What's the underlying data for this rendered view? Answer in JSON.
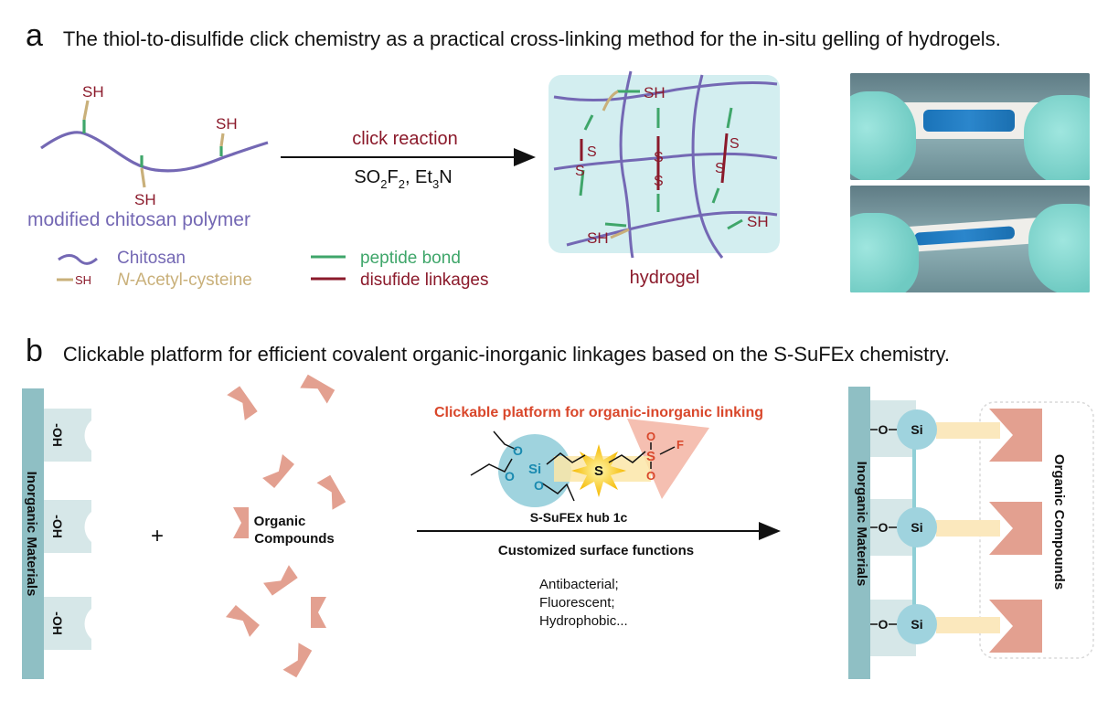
{
  "panel_a": {
    "letter": "a",
    "title": "The thiol-to-disulfide click chemistry as a practical cross-linking method for the in-situ gelling of hydrogels.",
    "sh": "SH",
    "polymer_label": "modified chitosan polymer",
    "arrow_top": "click reaction",
    "arrow_bottom": "SO2F2, Et3N",
    "s": "S",
    "hydrogel_label": "hydrogel",
    "legend": {
      "chitosan": "Chitosan",
      "sh": "SH",
      "nac_italic": "N",
      "nac_rest": "-Acetyl-cysteine",
      "peptide": "peptide bond",
      "disulfide": "disufide linkages"
    }
  },
  "panel_b": {
    "letter": "b",
    "title": "Clickable platform for efficient covalent organic-inorganic linkages based on the S-SuFEx chemistry.",
    "inorganic": "Inorganic Materials",
    "oh": "-OH",
    "plus": "+",
    "organic_1": "Organic",
    "organic_2": "Compounds",
    "platform_title": "Clickable platform for organic-inorganic linking",
    "hub_label": "S-SuFEx hub 1c",
    "si": "Si",
    "o": "O",
    "s": "S",
    "f": "F",
    "arrow_label": "Customized surface functions",
    "functions": [
      "Antibacterial;",
      "Fluorescent;",
      "Hydrophobic..."
    ],
    "organic_compounds": "Organic Compounds"
  },
  "colors": {
    "chitosan": "#7468b4",
    "sh_linker": "#c9b07a",
    "peptide": "#3fa66a",
    "disulfide": "#8b1a2b",
    "hydrogel_bg": "#d3eef0",
    "inorganic_bar": "#8fbfc4",
    "organic_shape": "#e3a090",
    "si_circle": "#9fd3de",
    "platform_title": "#d9472b"
  }
}
